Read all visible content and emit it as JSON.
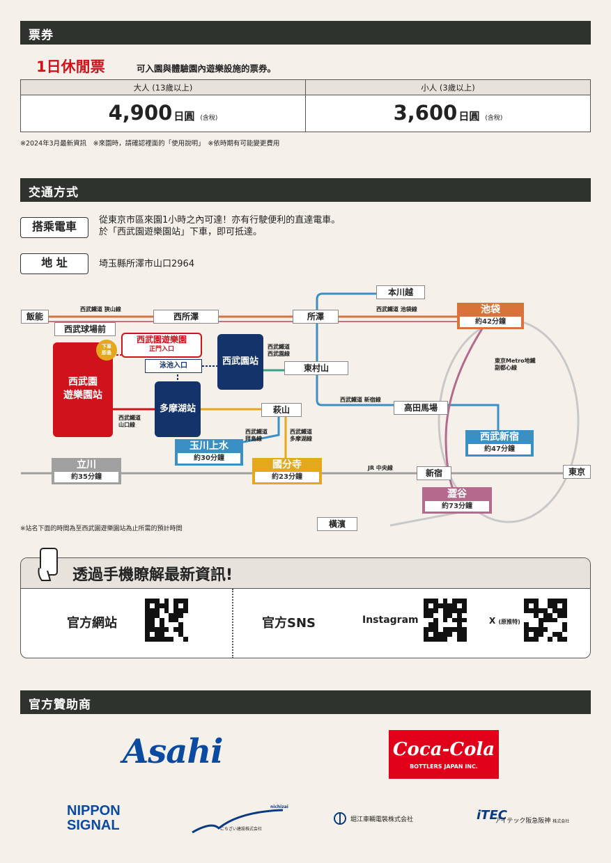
{
  "ticket": {
    "section": "票券",
    "title": "1日休閒票",
    "desc": "可入園與體驗園內遊樂設施的票券。",
    "adult_label": "大人 (13歲以上)",
    "adult_price": "4,900",
    "child_label": "小人 (3歲以上)",
    "child_price": "3,600",
    "unit": "日圓",
    "tax": "(含稅)",
    "note": "※2024年3月最新資訊　※來園時，請確認裡面的「使用說明」　※依時期有可能變更費用"
  },
  "access": {
    "section": "交通方式",
    "train_tag": "搭乘電車",
    "train_text1": "從東京市區來園1小時之內可達！亦有行駛便利的直達電車。",
    "train_text2": "於「西武園遊樂園站」下車，即可抵達。",
    "addr_tag": "地 址",
    "addr_text": "埼玉縣所澤市山口2964"
  },
  "map": {
    "hanno": "飯能",
    "nishitokorozawa": "西所澤",
    "tokorozawa": "所澤",
    "honkawagoe": "本川越",
    "seibukyujo": "西武球場前",
    "higashimurayama": "東村山",
    "hagiyama": "萩山",
    "takadanobaba": "高田馬場",
    "shinjuku": "新宿",
    "tokyo": "東京",
    "yokohama": "橫濱",
    "park_main": "西武園遊樂園",
    "park_gate": "正門入口",
    "pool_gate": "泳池入口",
    "getoff": "下車\n即島",
    "park_station": "西武園\n遊樂園站",
    "seibuen_station": "西武園站",
    "tamako_station": "多摩湖站",
    "ikebukuro": "池袋",
    "ikebukuro_time": "約42分鐘",
    "seibushinjuku": "西武新宿",
    "seibushinjuku_time": "約47分鐘",
    "tamagawajosui": "玉川上水",
    "tamagawajosui_time": "約30分鐘",
    "kokubunji": "國分寺",
    "kokubunji_time": "約23分鐘",
    "tachikawa": "立川",
    "tachikawa_time": "約35分鐘",
    "shibuya": "澀谷",
    "shibuya_time": "約73分鐘",
    "line_sayama": "西武鐵道 狹山線",
    "line_ikebukuro": "西武鐵道 池袋線",
    "line_seibuen": "西武鐵道\n西武園線",
    "line_shinjuku": "西武鐵道 新宿線",
    "line_yamaguchi": "西武鐵道\n山口線",
    "line_haijima": "西武鐵道\n拜島線",
    "line_tamako": "西武鐵道\n多摩湖線",
    "line_chuo": "JR 中央線",
    "line_metro": "東京Metro地鐵\n副都心線",
    "note": "※站名下面的時間為至西武園遊樂園站為止所需的預計時間"
  },
  "info": {
    "title": "透過手機瞭解最新資訊!",
    "site": "官方網站",
    "sns": "官方SNS",
    "instagram": "Instagram",
    "x": "X",
    "x_note": "(原推特)"
  },
  "sponsors": {
    "section": "官方贊助商",
    "asahi": "Asahi",
    "coca": "Coca-Cola",
    "coca_sub": "BOTTLERS JAPAN INC.",
    "nippon1": "NIPPON",
    "nippon2": "SIGNAL",
    "nichizai_top": "nichizai",
    "nichizai": "にちざい建設株式会社",
    "horie": "堀江車輛電裝株式会社",
    "itec_mark": "iTEC",
    "itec": "アイテック阪急阪神",
    "itec_sub": "株式会社"
  },
  "colors": {
    "bar": "#2e342d",
    "red": "#d0121b",
    "navy": "#14336b",
    "orange": "#d9733a",
    "blue": "#3a8fc4",
    "yellow": "#e3a81c",
    "pink": "#b5698c",
    "gray": "#a0a0a0"
  }
}
